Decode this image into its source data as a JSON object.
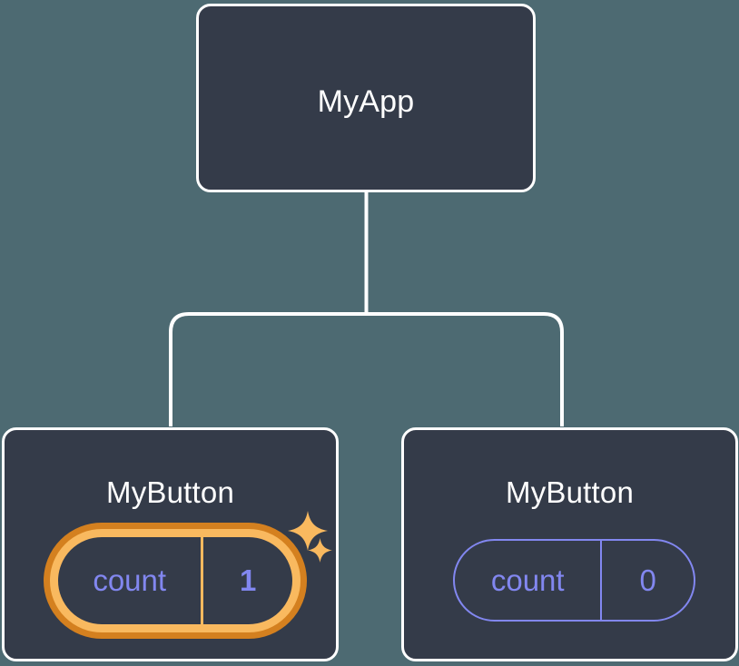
{
  "diagram": {
    "type": "component-tree",
    "background_color": "#4d6a72",
    "node_fill_color": "#343b49",
    "node_border_color": "#ffffff",
    "connector_color": "#ffffff",
    "state_color": "#8287f0",
    "highlight_outer_color": "#d4801f",
    "highlight_inner_color": "#f9b95f",
    "sparkle_color": "#f9b95f",
    "root": {
      "title": "MyApp"
    },
    "children": [
      {
        "title": "MyButton",
        "state": {
          "key": "count",
          "value": "1"
        },
        "highlighted": true,
        "sparkles": 2
      },
      {
        "title": "MyButton",
        "state": {
          "key": "count",
          "value": "0"
        },
        "highlighted": false,
        "sparkles": 0
      }
    ]
  }
}
